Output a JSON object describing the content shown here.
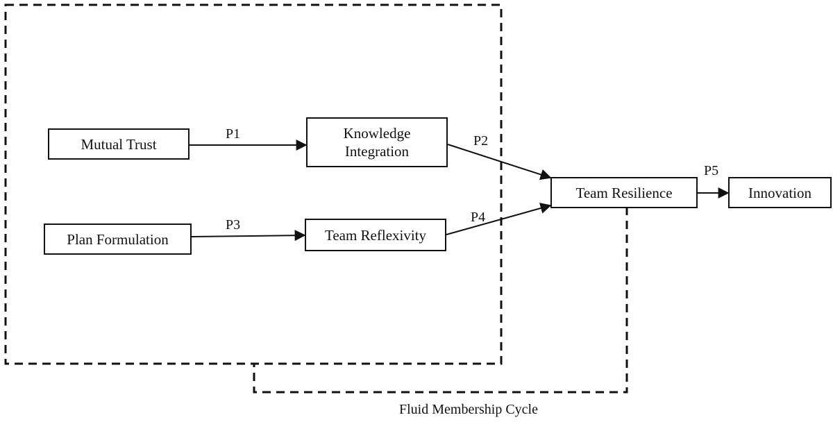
{
  "nodes": {
    "mutual_trust": "Mutual Trust",
    "knowledge_integration": [
      "Knowledge",
      "Integration"
    ],
    "plan_formulation": "Plan Formulation",
    "team_reflexivity": "Team Reflexivity",
    "team_resilience": "Team Resilience",
    "innovation": "Innovation"
  },
  "paths": {
    "p1": "P1",
    "p2": "P2",
    "p3": "P3",
    "p4": "P4",
    "p5": "P5"
  },
  "cycle_label": "Fluid Membership Cycle",
  "colors": {
    "stroke": "#111111",
    "background": "#ffffff"
  }
}
